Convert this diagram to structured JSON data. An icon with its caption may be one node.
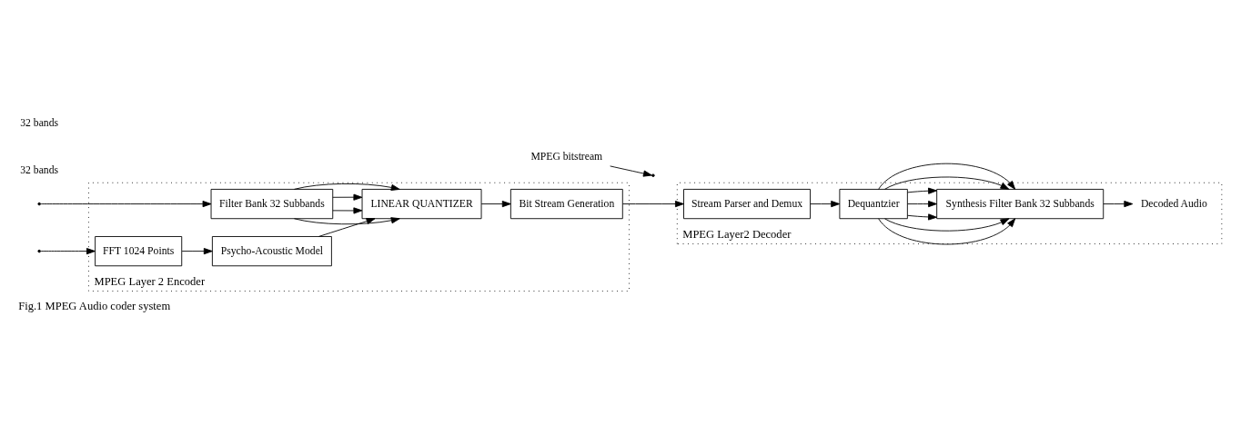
{
  "diagram": {
    "caption": "Fig.1 MPEG Audio coder system",
    "nodes": [
      {
        "text": [
          "MPEG Layer 2 Encoder"
        ]
      },
      {
        "text": [
          "Filter Bank 32 Subbands"
        ],
        "in": 0
      },
      {
        "text": [
          "LINEAR QUANTIZER"
        ],
        "in": 0
      },
      {
        "text": [
          "Bit Stream Generation"
        ],
        "in": 0
      },
      {
        "text": [
          "FFT 1024 Points"
        ],
        "in": 0
      },
      {
        "text": [
          "Psycho-Acoustic Model"
        ],
        "in": 0
      },
      {
        "text": [
          "MPEG Layer2 Decoder"
        ]
      },
      {
        "text": [
          "Stream Parser and Demux"
        ],
        "in": 6
      },
      {
        "text": [
          "Dequantzier"
        ],
        "in": 6
      },
      {
        "text": [
          "Synthesis Filter Bank 32 Subbands"
        ],
        "in": 6
      },
      {
        "text": [
          "MPEG bitstream"
        ]
      },
      {
        "text": [
          "Decoded Audio"
        ],
        "in": 6
      }
    ],
    "edges": [
      {
        "from": null,
        "to": 1,
        "arrow": "to"
      },
      {
        "from": null,
        "to": 4,
        "arrow": "to"
      },
      {
        "from": 4,
        "to": 5,
        "arrow": "to"
      },
      {
        "from": 5,
        "to": 2,
        "arrow": "to"
      },
      {
        "from": 1,
        "to": 2,
        "arrow": "to"
      },
      {
        "from": 1,
        "to": 2,
        "arrow": "to"
      },
      {
        "from": 1,
        "to": 2,
        "arrow": "to"
      },
      {
        "from": 1,
        "to": 2,
        "arrow": "to"
      },
      {
        "from": 2,
        "to": 3,
        "arrow": "to"
      },
      {
        "from": 3,
        "to": 7,
        "arrow": "to"
      },
      {
        "from": 10,
        "to": null,
        "arrow": "to"
      },
      {
        "from": 7,
        "to": 8,
        "arrow": "to"
      },
      {
        "from": 8,
        "to": 9,
        "arrow": "to"
      },
      {
        "from": 8,
        "to": 9,
        "arrow": "to"
      },
      {
        "from": 8,
        "to": 9,
        "arrow": "to"
      },
      {
        "from": 8,
        "to": 9,
        "arrow": "to"
      },
      {
        "from": 8,
        "to": 9,
        "arrow": "to"
      },
      {
        "from": 8,
        "to": 9,
        "arrow": "to"
      },
      {
        "from": 8,
        "to": 9,
        "arrow": "to"
      },
      {
        "from": 9,
        "to": 11,
        "arrow": "to"
      }
    ],
    "labels": [
      "32 bands",
      "32 bands"
    ]
  }
}
